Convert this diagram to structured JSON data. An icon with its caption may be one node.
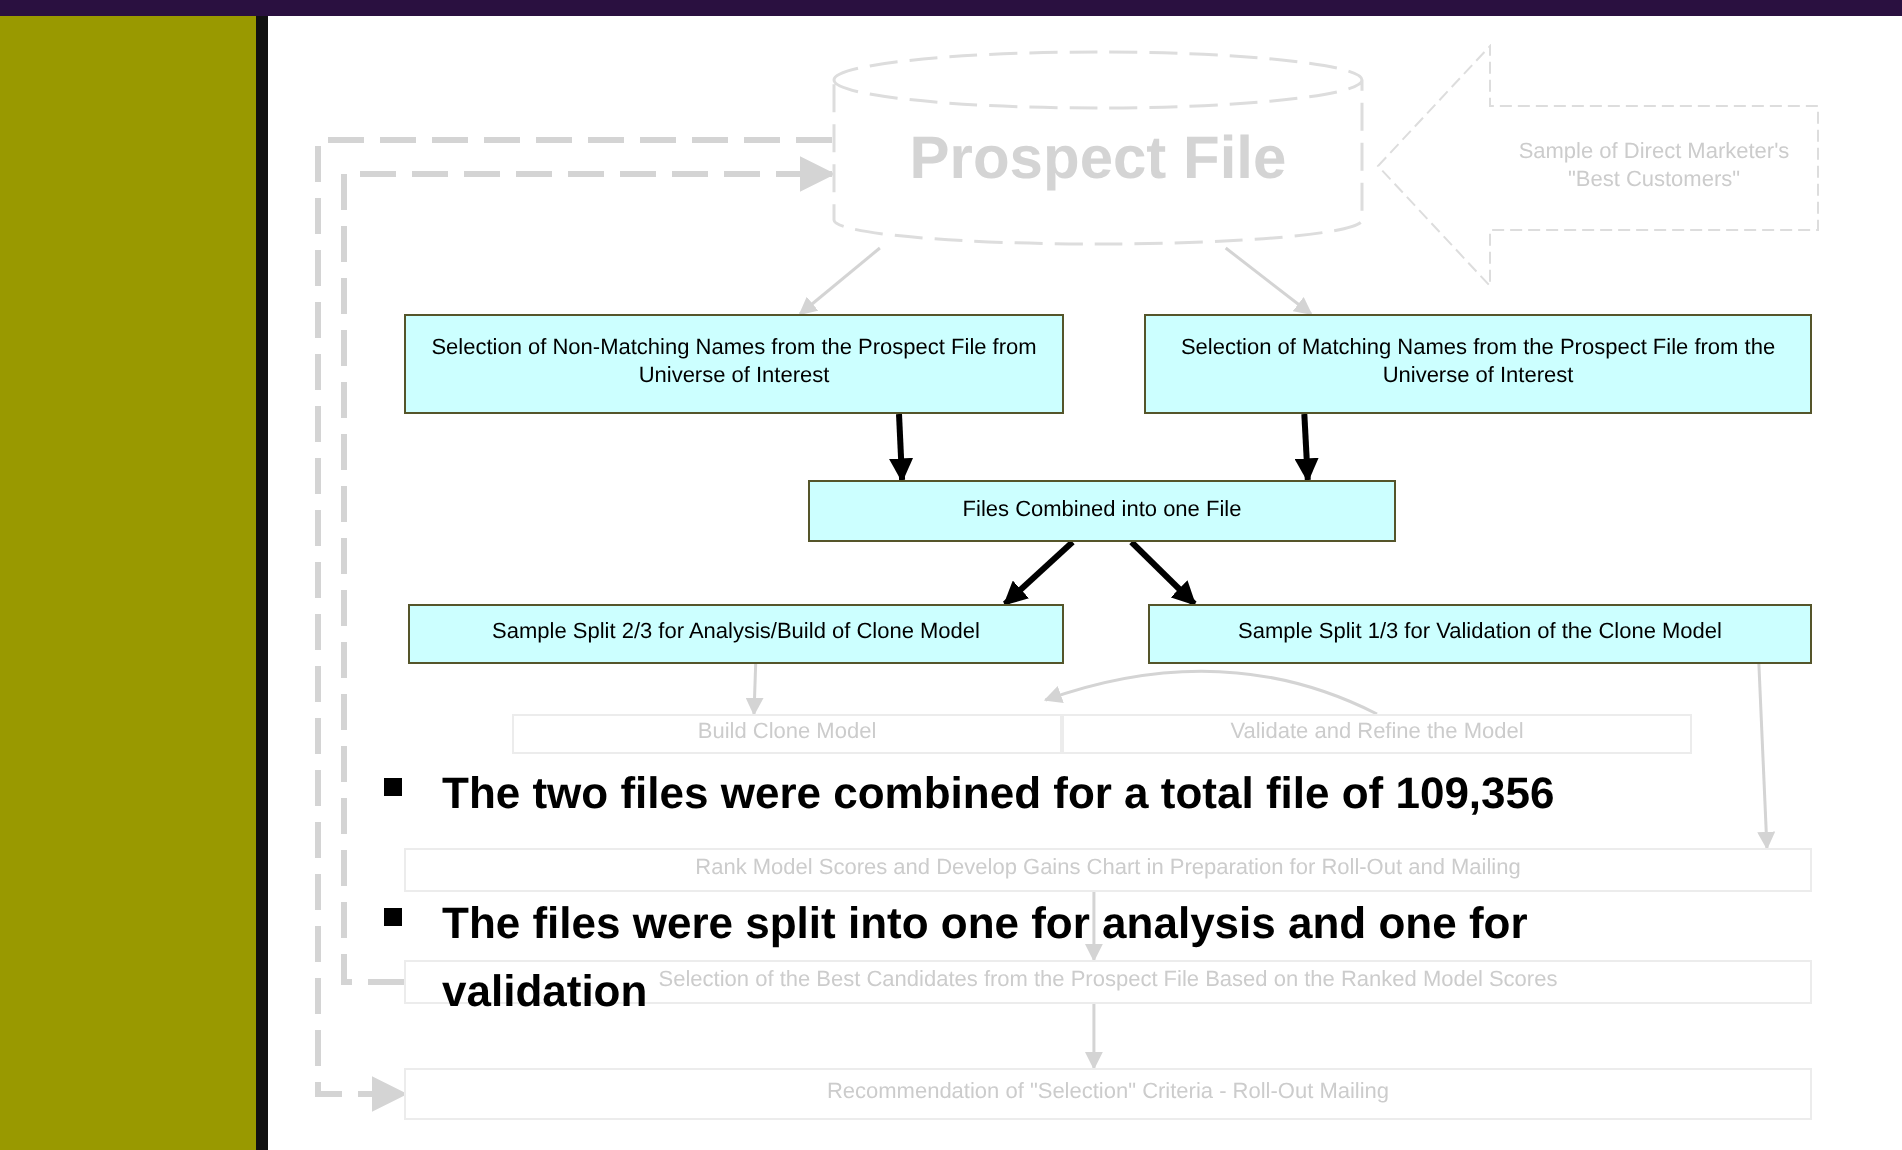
{
  "diagram": {
    "nodes": [
      {
        "text": [
          "Prospect File"
        ]
      },
      {
        "text": [
          "Sample of Direct Marketer's \"Best Customers\""
        ]
      },
      {
        "text": [
          "Selection of Non-Matching Names from the Prospect File from Universe of Interest"
        ]
      },
      {
        "text": [
          "Selection of Matching Names from the Prospect File from the Universe of Interest"
        ]
      },
      {
        "text": [
          "Files Combined into one File"
        ]
      },
      {
        "text": [
          "Sample Split 2/3 for Analysis/Build of Clone Model"
        ]
      },
      {
        "text": [
          "Sample Split 1/3 for Validation of the Clone Model"
        ]
      },
      {
        "text": [
          "Build Clone Model"
        ]
      },
      {
        "text": [
          "Validate and Refine the Model"
        ]
      },
      {
        "text": [
          "Rank Model Scores and Develop Gains Chart in Preparation for Roll-Out and Mailing"
        ]
      },
      {
        "text": [
          "Selection of the Best Candidates from the Prospect File Based on the Ranked Model Scores"
        ]
      },
      {
        "text": [
          "Recommendation of \"Selection\" Criteria - Roll-Out Mailing"
        ]
      }
    ],
    "edges": [
      {
        "from": 0,
        "to": 2,
        "arrow": "to"
      },
      {
        "from": 0,
        "to": 3,
        "arrow": "to"
      },
      {
        "from": 2,
        "to": 4,
        "arrow": "to",
        "style": "thick",
        "color": "#000000"
      },
      {
        "from": 3,
        "to": 4,
        "arrow": "to",
        "style": "thick",
        "color": "#000000"
      },
      {
        "from": 4,
        "to": 5,
        "arrow": "to",
        "style": "thick",
        "color": "#000000"
      },
      {
        "from": 4,
        "to": 6,
        "arrow": "to",
        "style": "thick",
        "color": "#000000"
      },
      {
        "from": 5,
        "to": 7,
        "arrow": "to"
      },
      {
        "from": 8,
        "to": 7,
        "arrow": "to"
      },
      {
        "from": 6,
        "to": 9,
        "arrow": "to"
      },
      {
        "from": 9,
        "to": 10,
        "arrow": "to"
      },
      {
        "from": 10,
        "to": 11,
        "arrow": "to"
      },
      {
        "from": 10,
        "to": 0,
        "arrow": "to",
        "style": "dashed"
      },
      {
        "from": 0,
        "to": 11,
        "arrow": "to",
        "style": "dashed"
      }
    ],
    "labels": [
      "The two files were combined for a total file of 109,356",
      "The files were split into one for analysis and one for validation"
    ]
  }
}
